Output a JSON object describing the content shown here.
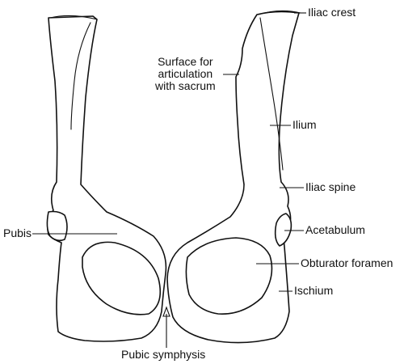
{
  "labels": {
    "iliac_crest": "Iliac crest",
    "surface_articulation": "Surface for\narticulation\nwith sacrum",
    "ilium": "Ilium",
    "iliac_spine": "Iliac spine",
    "acetabulum": "Acetabulum",
    "pubis": "Pubis",
    "obturator_foramen": "Obturator foramen",
    "ischium": "Ischium",
    "pubic_symphysis": "Pubic symphysis"
  }
}
